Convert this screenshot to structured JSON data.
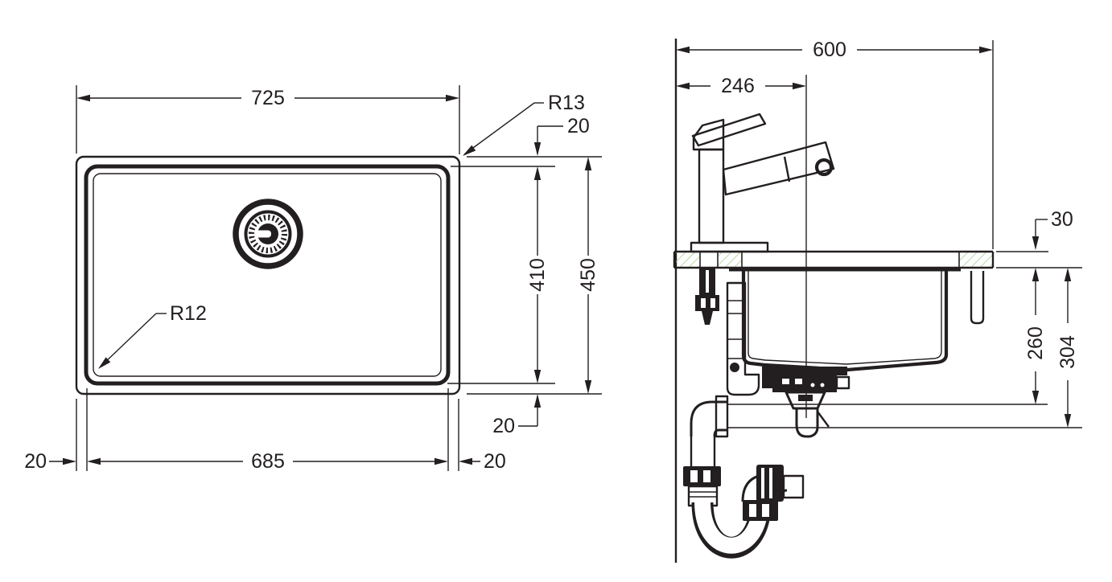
{
  "drawing": {
    "plan_view": {
      "dim_cutout_width": "725",
      "radius_outer": "R13",
      "radius_inner": "R12",
      "dim_rim_offset_top": "20",
      "dim_bowl_depth": "410",
      "dim_cutout_height": "450",
      "dim_rim_offset_bottom": "20",
      "dim_rim_offset_left": "20",
      "dim_bowl_width": "685",
      "dim_rim_offset_right": "20"
    },
    "section_view": {
      "dim_total_depth": "600",
      "dim_drain_center": "246",
      "dim_counter_thickness": "30",
      "dim_outlet_top": "260",
      "dim_outlet_bottom": "304"
    },
    "colors": {
      "line": "#231f20",
      "hatch": "#a9cf8d",
      "background": "#ffffff"
    }
  }
}
